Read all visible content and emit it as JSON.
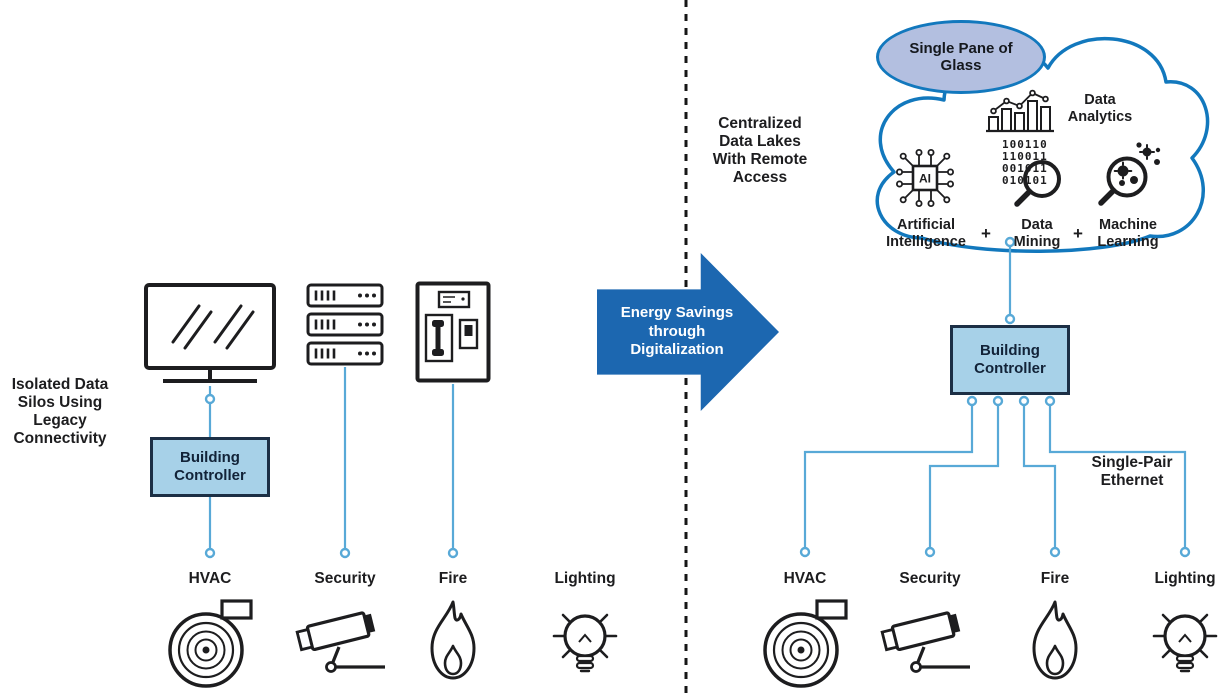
{
  "colors": {
    "wire_blue": "#58a9d7",
    "controller_fill": "#a7d1e8",
    "controller_border": "#1c2f45",
    "arrow_blue": "#1c67b0",
    "cloud_outline": "#1278bd",
    "pane_fill": "#b3bfe0",
    "divider": "#161616",
    "ink": "#1d1d1f"
  },
  "left": {
    "caption": "Isolated Data\nSilos Using\nLegacy\nConnectivity",
    "controller_label": "Building\nController",
    "device_icons": [
      "monitor-icon",
      "server-rack-icon",
      "fire-panel-icon"
    ],
    "systems": [
      {
        "label": "HVAC",
        "icon": "hvac-fan-icon"
      },
      {
        "label": "Security",
        "icon": "security-camera-icon"
      },
      {
        "label": "Fire",
        "icon": "fire-flame-icon"
      },
      {
        "label": "Lighting",
        "icon": "lighting-bulb-icon"
      }
    ]
  },
  "center": {
    "arrow_label": "Energy Savings\nthrough\nDigitalization"
  },
  "right": {
    "caption": "Centralized\nData Lakes\nWith Remote\nAccess",
    "cloud": {
      "pane_label": "Single Pane of\nGlass",
      "analytics": {
        "label": "Data\nAnalytics",
        "icon": "bar-chart-icon"
      },
      "ai": {
        "label": "Artificial\nIntelligence",
        "icon": "ai-chip-icon",
        "chip_text": "AI"
      },
      "plus_one": "+",
      "mining": {
        "label": "Data\nMining",
        "icon": "data-mining-icon",
        "binary": "100110\n110011\n001011\n010101"
      },
      "plus_two": "+",
      "ml": {
        "label": "Machine\nLearning",
        "icon": "machine-learning-icon"
      }
    },
    "controller_label": "Building\nController",
    "ethernet_label": "Single-Pair\nEthernet",
    "systems": [
      {
        "label": "HVAC",
        "icon": "hvac-fan-icon"
      },
      {
        "label": "Security",
        "icon": "security-camera-icon"
      },
      {
        "label": "Fire",
        "icon": "fire-flame-icon"
      },
      {
        "label": "Lighting",
        "icon": "lighting-bulb-icon"
      }
    ]
  }
}
